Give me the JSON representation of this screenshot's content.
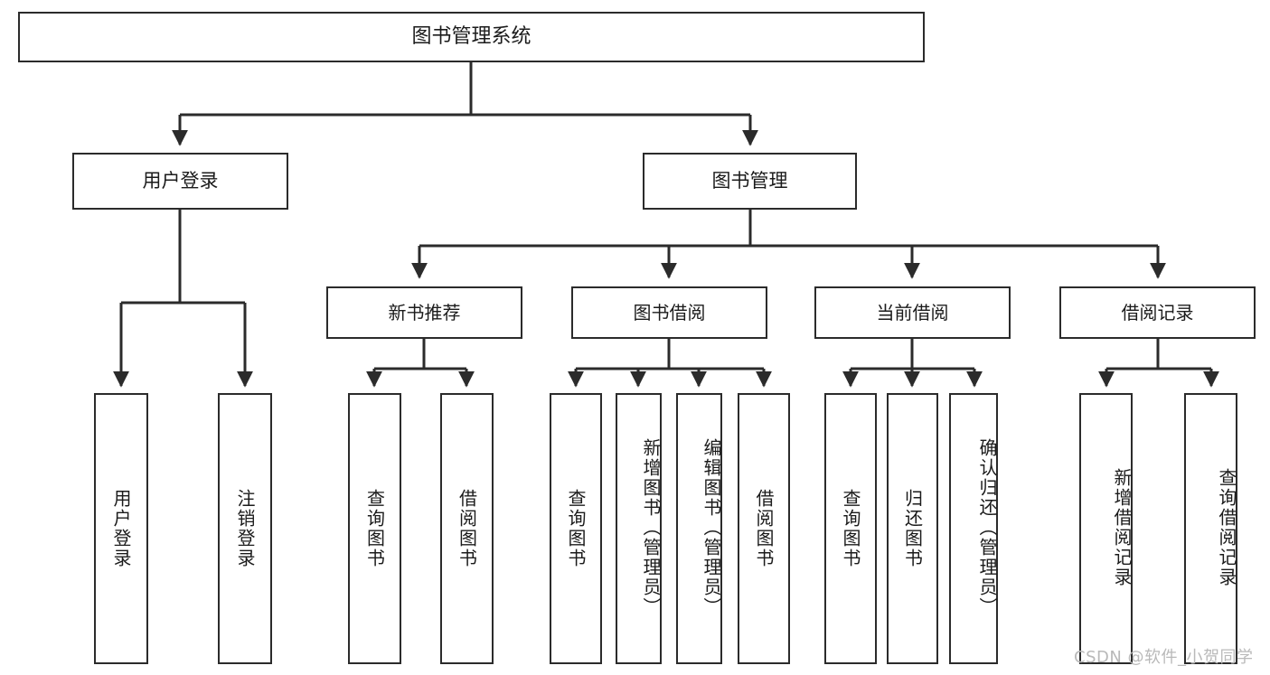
{
  "diagram": {
    "title": "图书管理系统",
    "watermark": "CSDN @软件_小贺同学",
    "line_color": "#2b2b2b",
    "box_fill": "#ffffff",
    "text_color": "#1b1b1b"
  },
  "root": {
    "label": "图书管理系统"
  },
  "level2": [
    {
      "label": "用户登录"
    },
    {
      "label": "图书管理"
    }
  ],
  "level3": [
    {
      "label": "新书推荐"
    },
    {
      "label": "图书借阅"
    },
    {
      "label": "当前借阅"
    },
    {
      "label": "借阅记录"
    }
  ],
  "leaves": {
    "user_login": [
      {
        "label": "用户登录"
      },
      {
        "label": "注销登录"
      }
    ],
    "new_book_recommend": [
      {
        "label": "查询图书"
      },
      {
        "label": "借阅图书"
      }
    ],
    "book_borrow": [
      {
        "label": "查询图书"
      },
      {
        "label": "新增图书（管理员）"
      },
      {
        "label": "编辑图书（管理员）"
      },
      {
        "label": "借阅图书"
      }
    ],
    "current_borrow": [
      {
        "label": "查询图书"
      },
      {
        "label": "归还图书"
      },
      {
        "label": "确认归还（管理员）"
      }
    ],
    "borrow_record": [
      {
        "label": "新增借阅记录"
      },
      {
        "label": "查询借阅记录"
      }
    ]
  },
  "chart_data": {
    "type": "diagram",
    "subtype": "tree",
    "title": "图书管理系统 功能结构图",
    "orientation": "top-down",
    "nodes": [
      {
        "id": "root",
        "label": "图书管理系统",
        "level": 0,
        "parent": null
      },
      {
        "id": "login",
        "label": "用户登录",
        "level": 1,
        "parent": "root"
      },
      {
        "id": "bookmgmt",
        "label": "图书管理",
        "level": 1,
        "parent": "root"
      },
      {
        "id": "login-1",
        "label": "用户登录",
        "level": 2,
        "parent": "login"
      },
      {
        "id": "login-2",
        "label": "注销登录",
        "level": 2,
        "parent": "login"
      },
      {
        "id": "newbook",
        "label": "新书推荐",
        "level": 2,
        "parent": "bookmgmt"
      },
      {
        "id": "borrow",
        "label": "图书借阅",
        "level": 2,
        "parent": "bookmgmt"
      },
      {
        "id": "current",
        "label": "当前借阅",
        "level": 2,
        "parent": "bookmgmt"
      },
      {
        "id": "record",
        "label": "借阅记录",
        "level": 2,
        "parent": "bookmgmt"
      },
      {
        "id": "newbook-1",
        "label": "查询图书",
        "level": 3,
        "parent": "newbook"
      },
      {
        "id": "newbook-2",
        "label": "借阅图书",
        "level": 3,
        "parent": "newbook"
      },
      {
        "id": "borrow-1",
        "label": "查询图书",
        "level": 3,
        "parent": "borrow"
      },
      {
        "id": "borrow-2",
        "label": "新增图书（管理员）",
        "level": 3,
        "parent": "borrow"
      },
      {
        "id": "borrow-3",
        "label": "编辑图书（管理员）",
        "level": 3,
        "parent": "borrow"
      },
      {
        "id": "borrow-4",
        "label": "借阅图书",
        "level": 3,
        "parent": "borrow"
      },
      {
        "id": "current-1",
        "label": "查询图书",
        "level": 3,
        "parent": "current"
      },
      {
        "id": "current-2",
        "label": "归还图书",
        "level": 3,
        "parent": "current"
      },
      {
        "id": "current-3",
        "label": "确认归还（管理员）",
        "level": 3,
        "parent": "current"
      },
      {
        "id": "record-1",
        "label": "新增借阅记录",
        "level": 3,
        "parent": "record"
      },
      {
        "id": "record-2",
        "label": "查询借阅记录",
        "level": 3,
        "parent": "record"
      }
    ]
  }
}
